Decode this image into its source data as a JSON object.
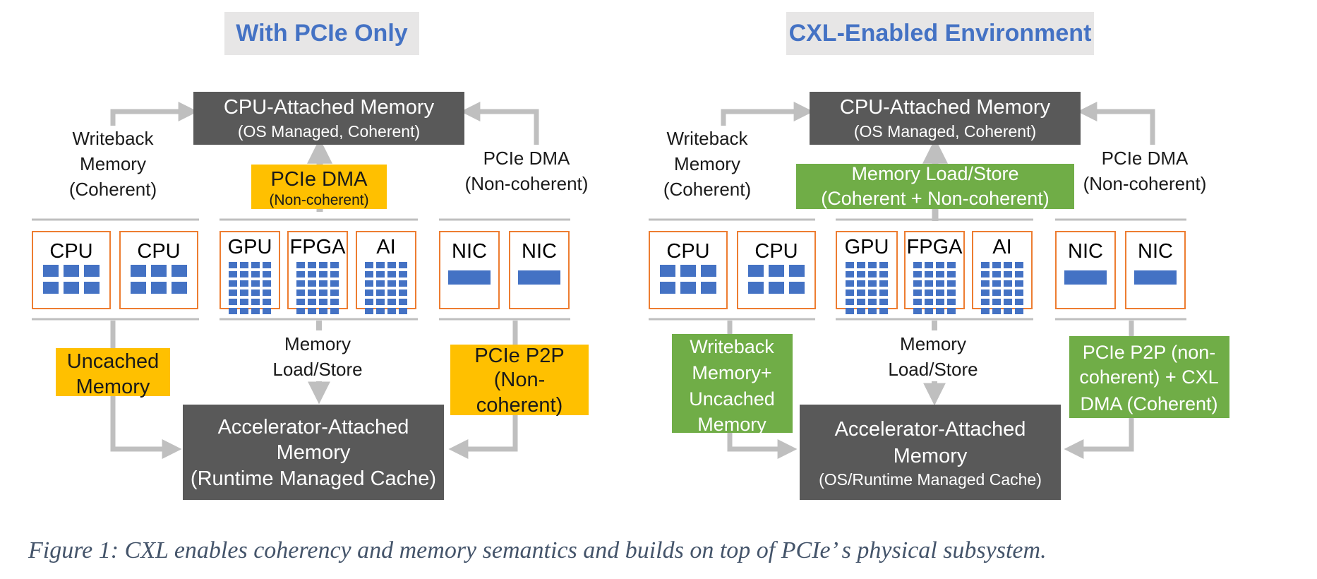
{
  "colors": {
    "title_text": "#4472c4",
    "title_bg": "#e7e6e6",
    "dark_box": "#595959",
    "yellow_box": "#ffc000",
    "green_box": "#70ad47",
    "processor_border": "#ed7d31",
    "processor_fill": "#4472c4",
    "arrow": "#bfbfbf"
  },
  "left_panel": {
    "title": "With PCIe Only",
    "cpu_memory": {
      "line1": "CPU-Attached Memory",
      "line2": "(OS Managed, Coherent)"
    },
    "writeback": {
      "line1": "Writeback",
      "line2": "Memory",
      "line3": "(Coherent)"
    },
    "middle_dma": {
      "line1": "PCIe DMA",
      "line2": "(Non-coherent)"
    },
    "right_dma": {
      "line1": "PCIe DMA",
      "line2": "(Non-coherent)"
    },
    "processors": [
      "CPU",
      "CPU",
      "GPU",
      "FPGA",
      "AI",
      "NIC",
      "NIC"
    ],
    "uncached": {
      "line1": "Uncached",
      "line2": "Memory"
    },
    "load_store": {
      "line1": "Memory",
      "line2": "Load/Store"
    },
    "p2p": {
      "line1": "PCIe P2P",
      "line2": "(Non-",
      "line3": "coherent)"
    },
    "accel_memory": {
      "line1": "Accelerator-Attached",
      "line2": "Memory",
      "line3": "(Runtime Managed Cache)"
    }
  },
  "right_panel": {
    "title": "CXL-Enabled Environment",
    "cpu_memory": {
      "line1": "CPU-Attached Memory",
      "line2": "(OS Managed, Coherent)"
    },
    "writeback": {
      "line1": "Writeback",
      "line2": "Memory",
      "line3": "(Coherent)"
    },
    "middle_load_store": {
      "line1": "Memory Load/Store",
      "line2": "(Coherent + Non-coherent)"
    },
    "right_dma": {
      "line1": "PCIe DMA",
      "line2": "(Non-coherent)"
    },
    "processors": [
      "CPU",
      "CPU",
      "GPU",
      "FPGA",
      "AI",
      "NIC",
      "NIC"
    ],
    "writeback_uncached": {
      "line1": "Writeback",
      "line2": "Memory+",
      "line3": "Uncached",
      "line4": "Memory"
    },
    "load_store": {
      "line1": "Memory",
      "line2": "Load/Store"
    },
    "p2p": {
      "line1": "PCIe P2P (non-",
      "line2": "coherent) + CXL",
      "line3": "DMA  (Coherent)"
    },
    "accel_memory": {
      "line1": "Accelerator-Attached",
      "line2": "Memory",
      "line3": "(OS/Runtime Managed Cache)"
    }
  },
  "caption": "Figure 1: CXL enables coherency and memory semantics and builds on top of PCIe’ s physical subsystem."
}
